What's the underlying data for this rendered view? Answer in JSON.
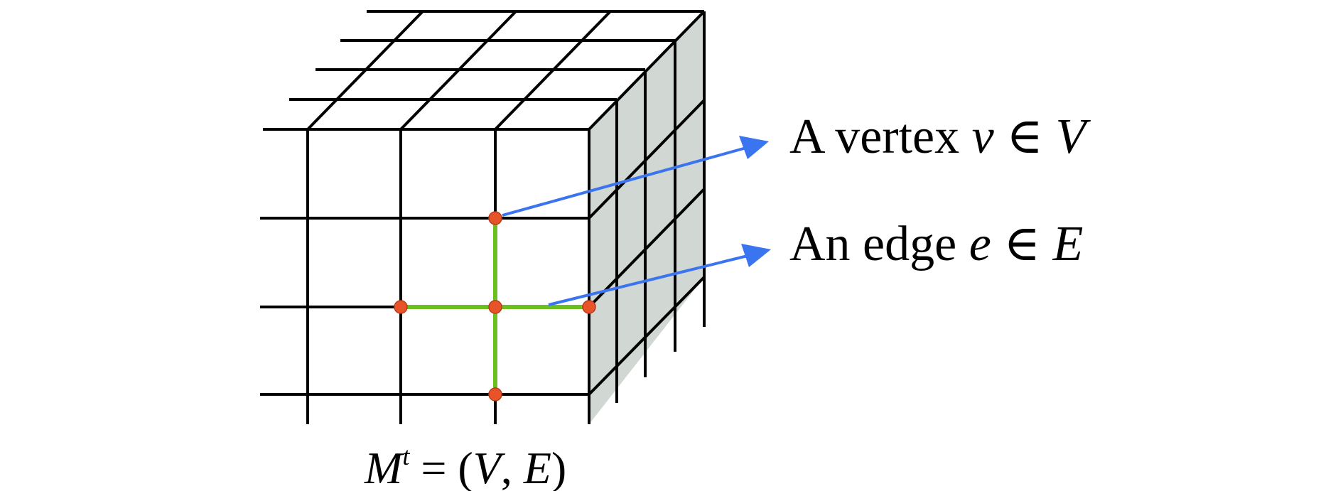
{
  "labels": {
    "vertex": {
      "prefix": "A vertex ",
      "var": "v",
      "op": " ∈ ",
      "set": "V"
    },
    "edge": {
      "prefix": "An edge ",
      "var": "e",
      "op": " ∈ ",
      "set": "E"
    }
  },
  "caption": {
    "base": "M",
    "sup": "t",
    "rest": " = (",
    "v": "V",
    "comma": ", ",
    "e": "E",
    "close": ")"
  },
  "colors": {
    "grid": "#000000",
    "side_face": "#d1d7d3",
    "edge": "#6cbf1e",
    "vertex": "#e8542a",
    "arrow": "#3a74ef"
  }
}
